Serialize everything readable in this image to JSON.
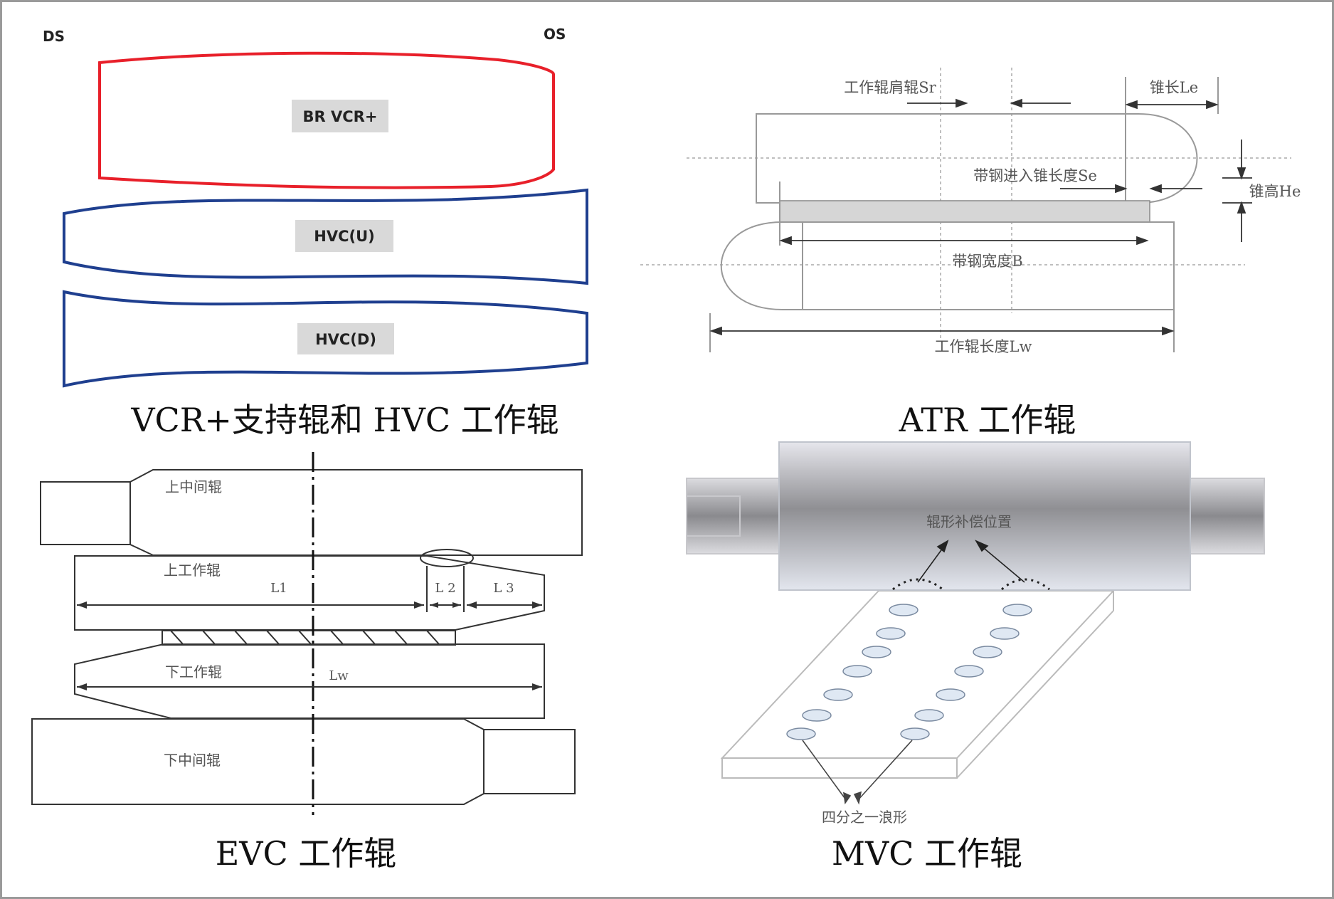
{
  "vcr_panel": {
    "ds_label": "DS",
    "os_label": "OS",
    "br_vcr_label": "BR VCR+",
    "hvc_u_label": "HVC(U)",
    "hvc_d_label": "HVC(D)",
    "caption": "VCR+支持辊和 HVC 工作辊"
  },
  "atr_panel": {
    "work_roll_shoulder_label": "工作辊肩辊Sr",
    "taper_length_label": "锥长Le",
    "strip_into_taper_label": "带钢进入锥长度Se",
    "taper_height_label": "锥高He",
    "strip_width_label": "带钢宽度B",
    "work_roll_length_label": "工作辊长度Lw",
    "caption": "ATR 工作辊"
  },
  "evc_panel": {
    "upper_intermediate_label": "上中间辊",
    "upper_work_label": "上工作辊",
    "lower_work_label": "下工作辊",
    "lower_intermediate_label": "下中间辊",
    "l1_label": "L1",
    "l2_label": "L 2",
    "l3_label": "L 3",
    "lw_label": "Lw",
    "caption": "EVC 工作辊"
  },
  "mvc_panel": {
    "compensation_label": "辊形补偿位置",
    "quarter_wave_label": "四分之一浪形",
    "caption": "MVC 工作辊"
  },
  "colors": {
    "vcr_outline": "#e8202a",
    "hvc_outline": "#1f3f8f",
    "label_box": "#d9d9d9",
    "roll_body": "#a8a8a8",
    "strip_fill": "#d6d6d6",
    "wave_ellipse": "#dfe8f3"
  }
}
